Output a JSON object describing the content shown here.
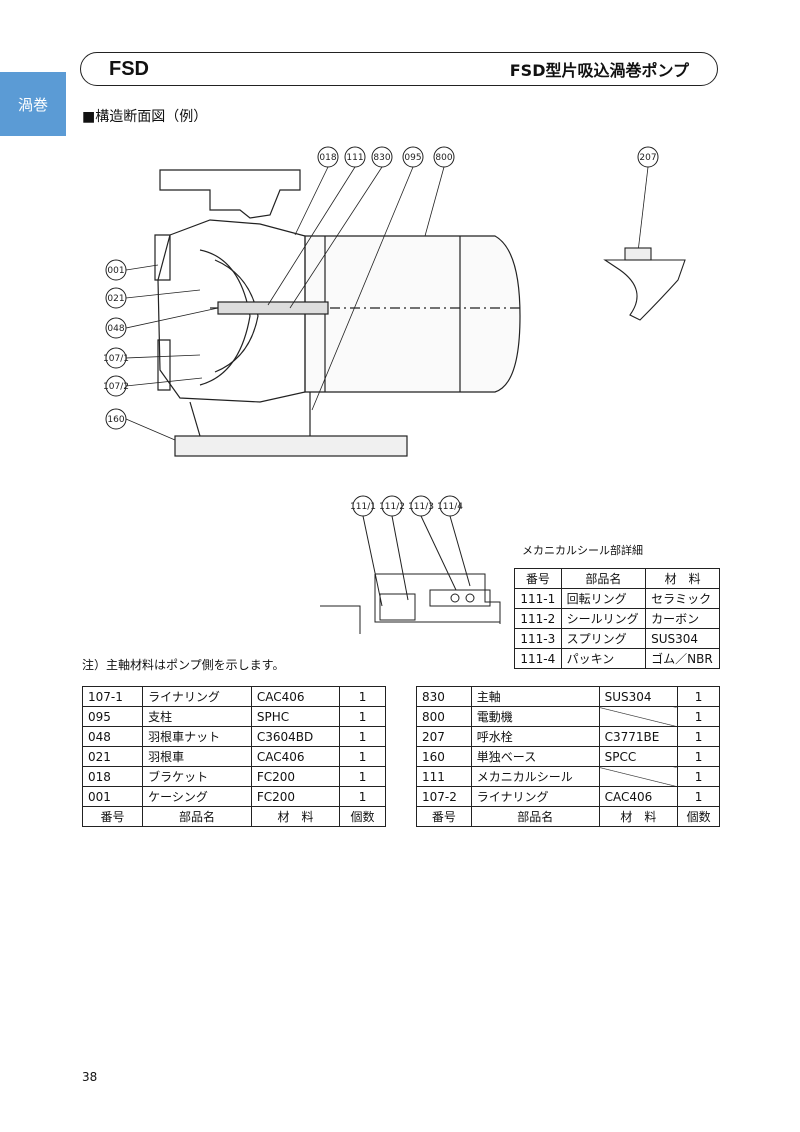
{
  "side_tab": "渦巻",
  "header": {
    "code": "FSD",
    "name": "FSD型片吸込渦巻ポンプ"
  },
  "section_heading": "■構造断面図（例）",
  "callouts_main": [
    "018",
    "111",
    "830",
    "095",
    "800",
    "207",
    "001",
    "021",
    "048",
    "107/1",
    "107/2",
    "160"
  ],
  "callouts_seal": [
    "111/1",
    "111/2",
    "111/3",
    "111/4"
  ],
  "seal_detail": {
    "caption": "メカニカルシール部詳細",
    "header": [
      "番号",
      "部品名",
      "材　料"
    ],
    "rows": [
      [
        "111-1",
        "回転リング",
        "セラミック"
      ],
      [
        "111-2",
        "シールリング",
        "カーボン"
      ],
      [
        "111-3",
        "スプリング",
        "SUS304"
      ],
      [
        "111-4",
        "パッキン",
        "ゴム／NBR"
      ]
    ]
  },
  "note": "注）主軸材料はポンプ側を示します。",
  "parts_left": [
    [
      "107-1",
      "ライナリング",
      "CAC406",
      "1"
    ],
    [
      "095",
      "支柱",
      "SPHC",
      "1"
    ],
    [
      "048",
      "羽根車ナット",
      "C3604BD",
      "1"
    ],
    [
      "021",
      "羽根車",
      "CAC406",
      "1"
    ],
    [
      "018",
      "ブラケット",
      "FC200",
      "1"
    ],
    [
      "001",
      "ケーシング",
      "FC200",
      "1"
    ]
  ],
  "parts_right": [
    [
      "830",
      "主軸",
      "SUS304",
      "1"
    ],
    [
      "800",
      "電動機",
      "",
      "1"
    ],
    [
      "207",
      "呼水栓",
      "C3771BE",
      "1"
    ],
    [
      "160",
      "単独ベース",
      "SPCC",
      "1"
    ],
    [
      "111",
      "メカニカルシール",
      "",
      "1"
    ],
    [
      "107-2",
      "ライナリング",
      "CAC406",
      "1"
    ]
  ],
  "parts_header": [
    "番号",
    "部品名",
    "材　料",
    "個数"
  ],
  "page_number": "38"
}
